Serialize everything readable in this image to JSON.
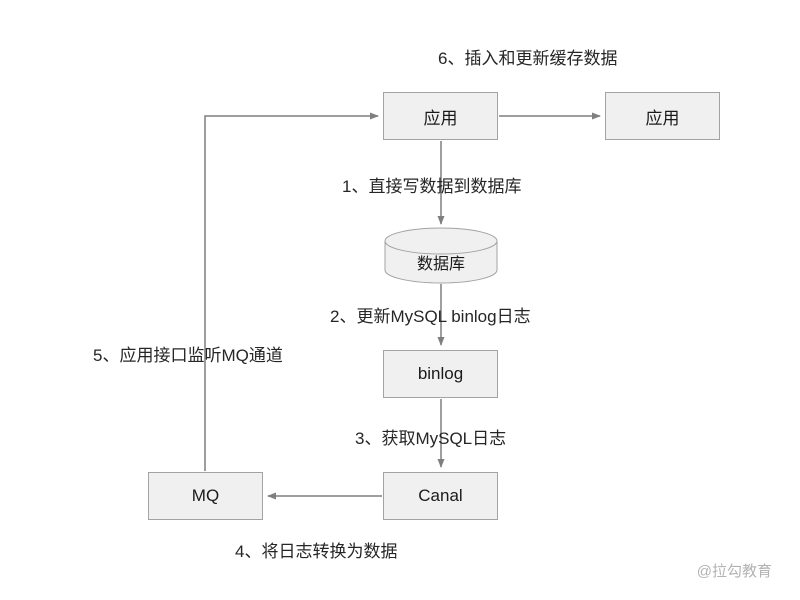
{
  "diagram": {
    "nodes": {
      "app_left": "应用",
      "app_right": "应用",
      "database": "数据库",
      "binlog": "binlog",
      "canal": "Canal",
      "mq": "MQ"
    },
    "labels": {
      "step1": "1、直接写数据到数据库",
      "step2": "2、更新MySQL binlog日志",
      "step3": "3、获取MySQL日志",
      "step4": "4、将日志转换为数据",
      "step5": "5、应用接口监听MQ通道",
      "step6": "6、插入和更新缓存数据"
    },
    "watermark": "@拉勾教育",
    "colors": {
      "box_fill": "#f0f0f0",
      "box_border": "#a3a3a3",
      "arrow": "#7f7f7f",
      "text": "#262626",
      "watermark": "#b3b3b3"
    }
  }
}
